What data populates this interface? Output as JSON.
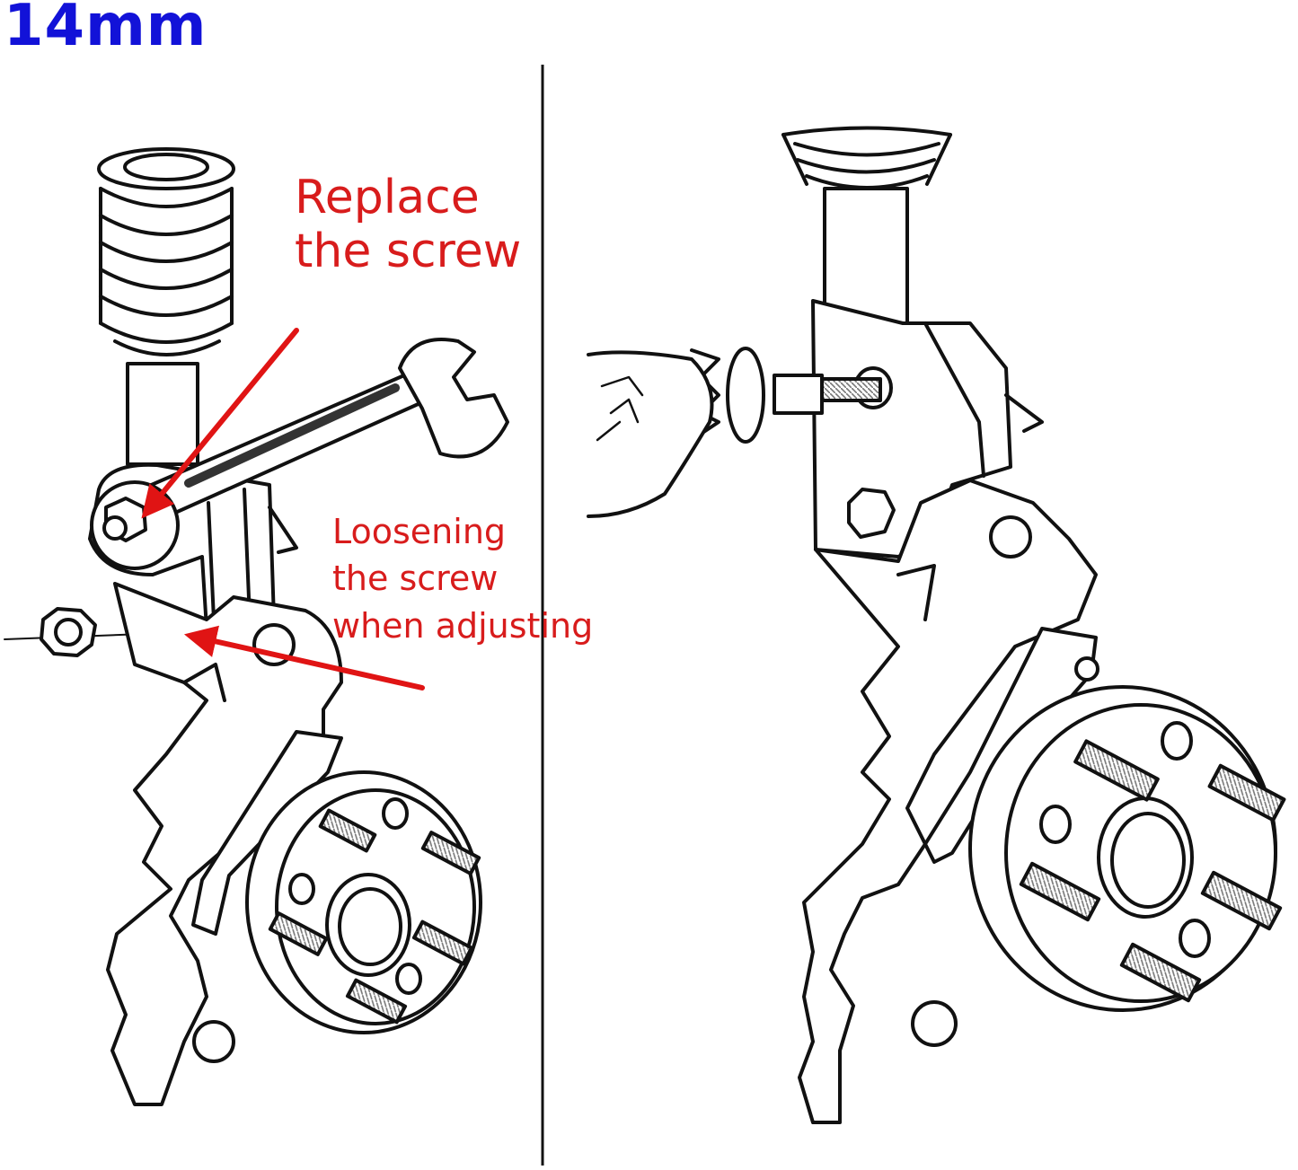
{
  "size_label": "14mm",
  "callouts": {
    "replace_line1": "Replace",
    "replace_line2": "the screw",
    "loosen_line1": "Loosening",
    "loosen_line2": "the screw",
    "loosen_line3": "when adjusting"
  },
  "colors": {
    "size_label": "#1212d8",
    "callout_text": "#d81c1c",
    "arrow": "#e01414",
    "line_art": "#111111"
  }
}
